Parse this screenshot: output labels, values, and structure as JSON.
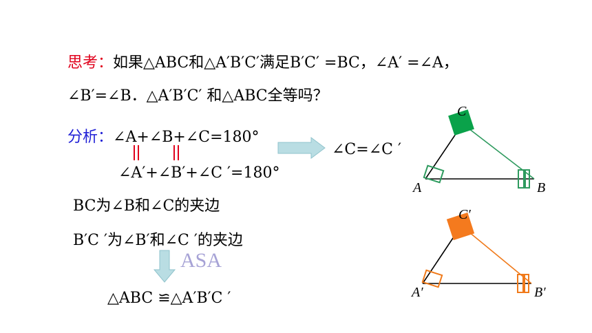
{
  "question": {
    "label": "思考：",
    "line1": "如果△ABC和△A′B′C′满足B′C′ =BC，∠A′ =∠A，",
    "line2": "∠B′=∠B．△A′B′C′ 和△ABC全等吗？"
  },
  "analysis": {
    "label": "分析：",
    "eq1": "∠A+∠B+∠C=180°",
    "eq2": "∠A′+∠B′+∠C ′=180°",
    "result": "∠C=∠C ′",
    "side1": "BC为∠B和∠C的夹边",
    "side2": "B′C ′为∠B′和∠C ′的夹边",
    "method": "ASA",
    "conclusion": "△ABC ≌△A′B′C ′"
  },
  "figures": {
    "top": {
      "labels": {
        "a": "A",
        "b": "B",
        "c": "C"
      },
      "color": "#2e9a5e",
      "fill": "#0aa24a"
    },
    "bottom": {
      "labels": {
        "a": "A′",
        "b": "B′",
        "c": "C′"
      },
      "color": "#f07a1a",
      "fill": "#f47a1e"
    }
  },
  "colors": {
    "accent_red": "#e0001b",
    "accent_blue": "#1f1fd6",
    "arrow_fill": "#b9dde3",
    "asa_color": "#a7a3d6"
  }
}
